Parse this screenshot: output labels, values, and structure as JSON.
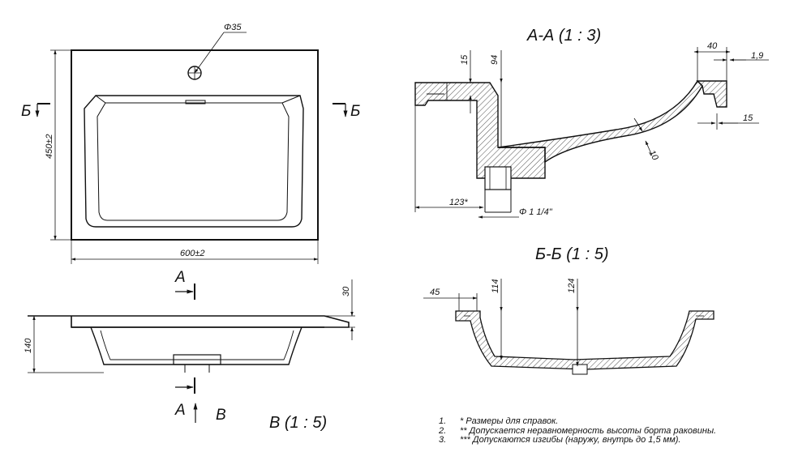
{
  "top_view": {
    "hole_dim": "Φ35",
    "depth_dim": "450±2",
    "width_dim": "600±2",
    "section_mark_left": "Б",
    "section_mark_right": "Б"
  },
  "front_view": {
    "height_dim": "140",
    "rim_dim": "30",
    "section_mark_top": "А",
    "section_mark_bottom": "А",
    "view_arrow_label": "В",
    "caption": "В (1 : 5)"
  },
  "section_aa": {
    "title": "А-А (1 : 3)",
    "dims": {
      "d15_top": "15",
      "d94": "94",
      "d40": "40",
      "d1_9": "1,9",
      "d15_right": "15",
      "d10": "10",
      "d123": "123*",
      "drain": "Φ 1 1/4\""
    }
  },
  "section_bb": {
    "title": "Б-Б (1 : 5)",
    "dims": {
      "d45": "45",
      "d114": "114",
      "d124": "124"
    }
  },
  "notes": [
    {
      "num": "1.",
      "text": "* Размеры для справок."
    },
    {
      "num": "2.",
      "text": "** Допускается неравномерность высоты борта раковины."
    },
    {
      "num": "3.",
      "text": "*** Допускаются изгибы (наружу, внутрь до 1,5 мм)."
    }
  ]
}
